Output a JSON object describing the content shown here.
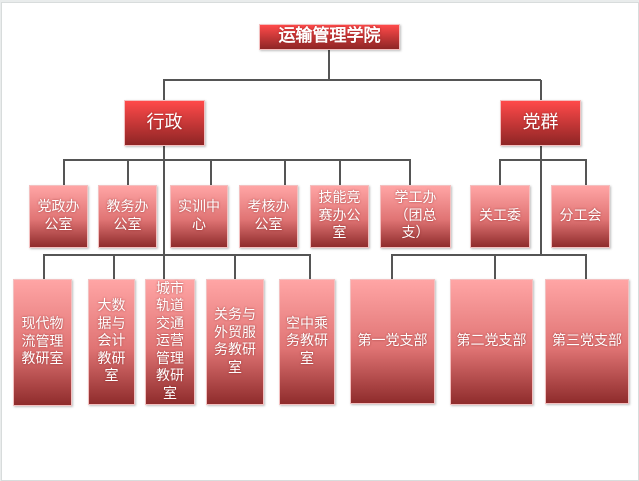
{
  "title": "运输管理学院",
  "branches": [
    {
      "label": "行政",
      "row1": [
        "党政办公室",
        "教务办公室",
        "实训中心",
        "考核办公室",
        "技能竞赛办公室",
        "学工办（团总支）"
      ],
      "row2": [
        "现代物流管理教研室",
        "大数据与会计教研室",
        "城市轨道交通运营管理教研室",
        "关务与外贸服务教研室",
        "空中乘务教研室"
      ]
    },
    {
      "label": "党群",
      "row1": [
        "关工委",
        "分工会"
      ],
      "row2": [
        "第一党支部",
        "第二党支部",
        "第三党支部"
      ]
    }
  ],
  "colors": {
    "top": "#ff4a4a",
    "bottom": "#8e2525",
    "sub_top": "#ffa5a5"
  }
}
